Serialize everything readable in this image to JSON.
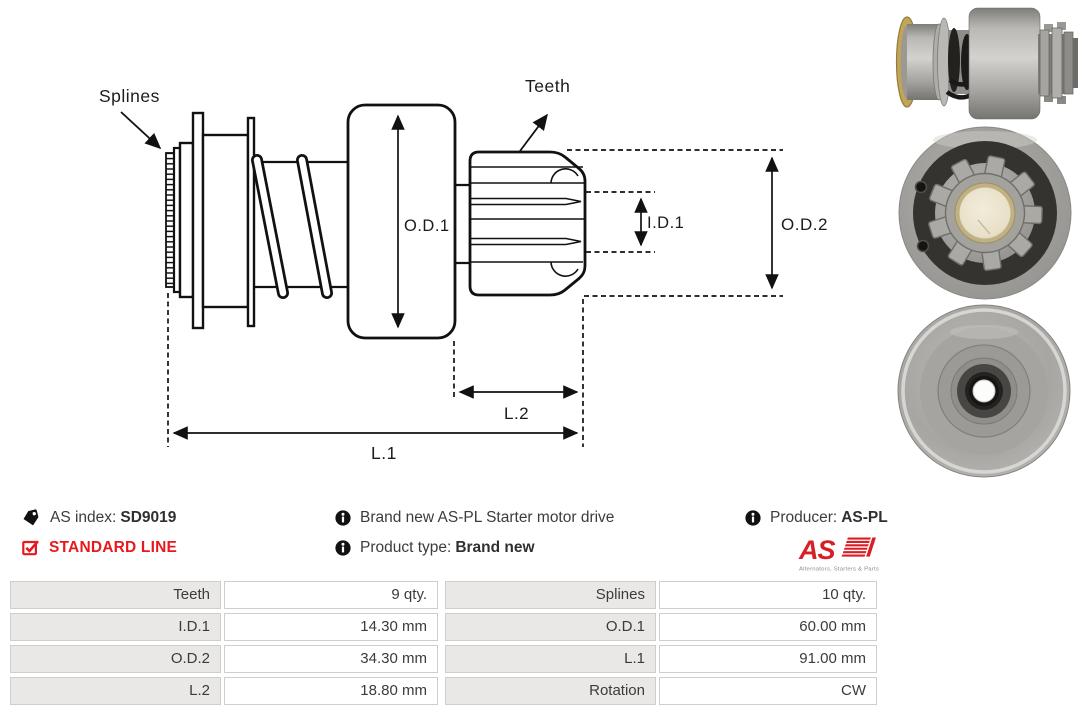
{
  "diagram": {
    "labels": {
      "splines": "Splines",
      "teeth": "Teeth",
      "od1": "O.D.1",
      "id1": "I.D.1",
      "od2": "O.D.2",
      "l2": "L.2",
      "l1": "L.1"
    }
  },
  "info": {
    "as_index_label": "AS index:",
    "as_index_value": "SD9019",
    "standard_line": "STANDARD LINE",
    "description": "Brand new AS-PL Starter motor drive",
    "product_type_label": "Product type:",
    "product_type_value": "Brand new",
    "producer_label": "Producer:",
    "producer_value": "AS-PL",
    "logo_text": "AS",
    "logo_caption": "Alternators, Starters & Parts"
  },
  "colors": {
    "accent_red": "#e8191e",
    "logo_red": "#d91f26",
    "table_label_bg": "#e9e8e7",
    "table_border": "#cfcecd"
  },
  "specs": {
    "left": [
      {
        "label": "Teeth",
        "value": "9 qty."
      },
      {
        "label": "I.D.1",
        "value": "14.30 mm"
      },
      {
        "label": "O.D.2",
        "value": "34.30 mm"
      },
      {
        "label": "L.2",
        "value": "18.80 mm"
      }
    ],
    "right": [
      {
        "label": "Splines",
        "value": "10 qty."
      },
      {
        "label": "O.D.1",
        "value": "60.00 mm"
      },
      {
        "label": "L.1",
        "value": "91.00 mm"
      },
      {
        "label": "Rotation",
        "value": "CW"
      }
    ]
  }
}
